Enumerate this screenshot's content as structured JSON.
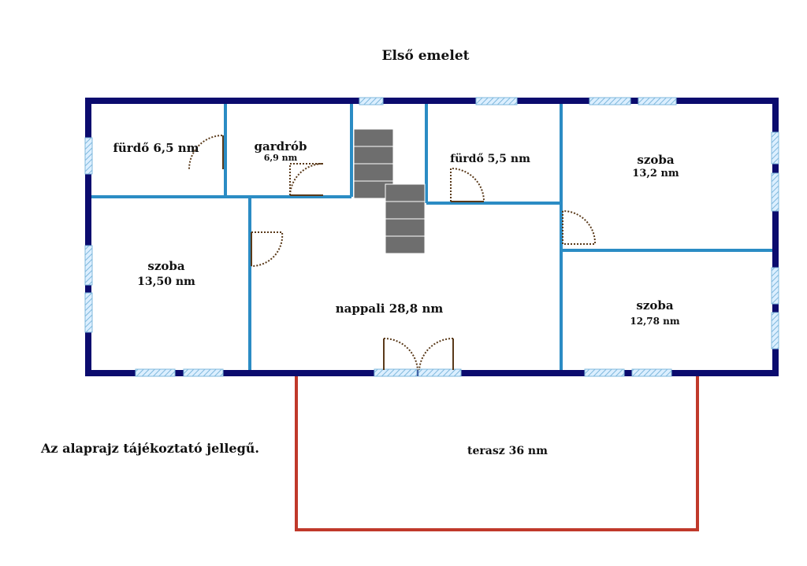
{
  "title": "Első emelet",
  "note": "Az alaprajz tájékoztató jellegű.",
  "colors": {
    "outer_wall": "#0b0b6e",
    "inner_wall": "#2b8cc4",
    "window": "#a9d4ea",
    "terrace": "#c0392b",
    "stairs": "#6e6e6e",
    "door_arc": "#5a3a1a"
  },
  "rooms": {
    "furdo1": "fürdő 6,5 nm",
    "gardrob_name": "gardrób",
    "gardrob_area": "6,9 nm",
    "furdo2": "fürdő 5,5 nm",
    "szoba_ne_name": "szoba",
    "szoba_ne_area": "13,2 nm",
    "szoba_w_name": "szoba",
    "szoba_w_area": "13,50 nm",
    "nappali": "nappali 28,8 nm",
    "szoba_se_name": "szoba",
    "szoba_se_area": "12,78 nm",
    "terasz": "terasz 36 nm"
  }
}
